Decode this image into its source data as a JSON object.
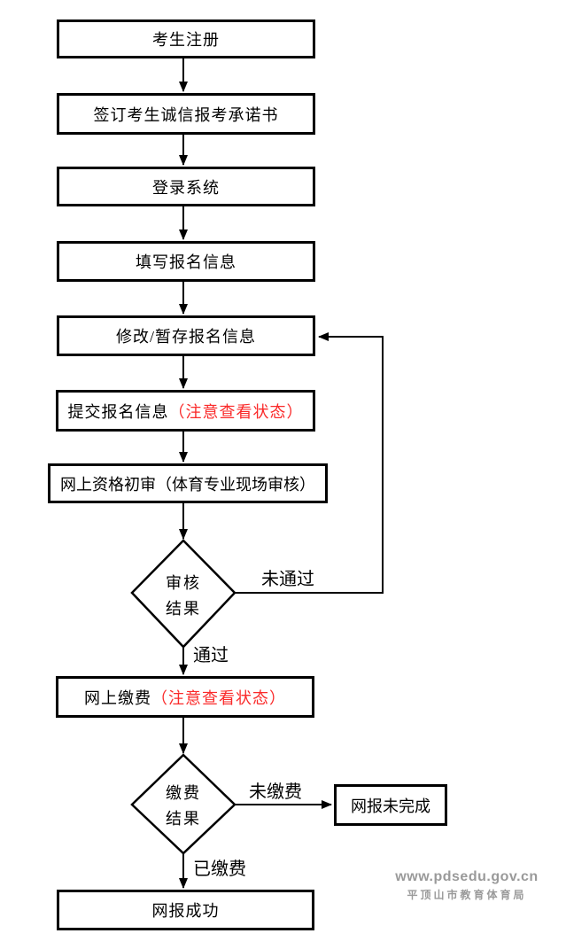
{
  "flowchart": {
    "nodes": {
      "register": "考生注册",
      "commitment": "签订考生诚信报考承诺书",
      "login": "登录系统",
      "fill_info": "填写报名信息",
      "modify_save": "修改/暂存报名信息",
      "submit_main": "提交报名信息",
      "submit_note": "（注意查看状态）",
      "online_review": "网上资格初审（体育专业现场审核）",
      "payment_main": "网上缴费",
      "payment_note": "（注意查看状态）",
      "incomplete": "网报未完成",
      "success": "网报成功"
    },
    "decisions": {
      "review_line1": "审核",
      "review_line2": "结果",
      "payment_line1": "缴费",
      "payment_line2": "结果"
    },
    "edge_labels": {
      "not_passed": "未通过",
      "passed": "通过",
      "not_paid": "未缴费",
      "paid": "已缴费"
    },
    "colors": {
      "outline": "#000000",
      "note_red": "#fa2a2a",
      "watermark_gray": "#9a9a9a"
    }
  },
  "watermark": {
    "url": "www.pdsedu.gov.cn",
    "org": "平顶山市教育体育局"
  }
}
